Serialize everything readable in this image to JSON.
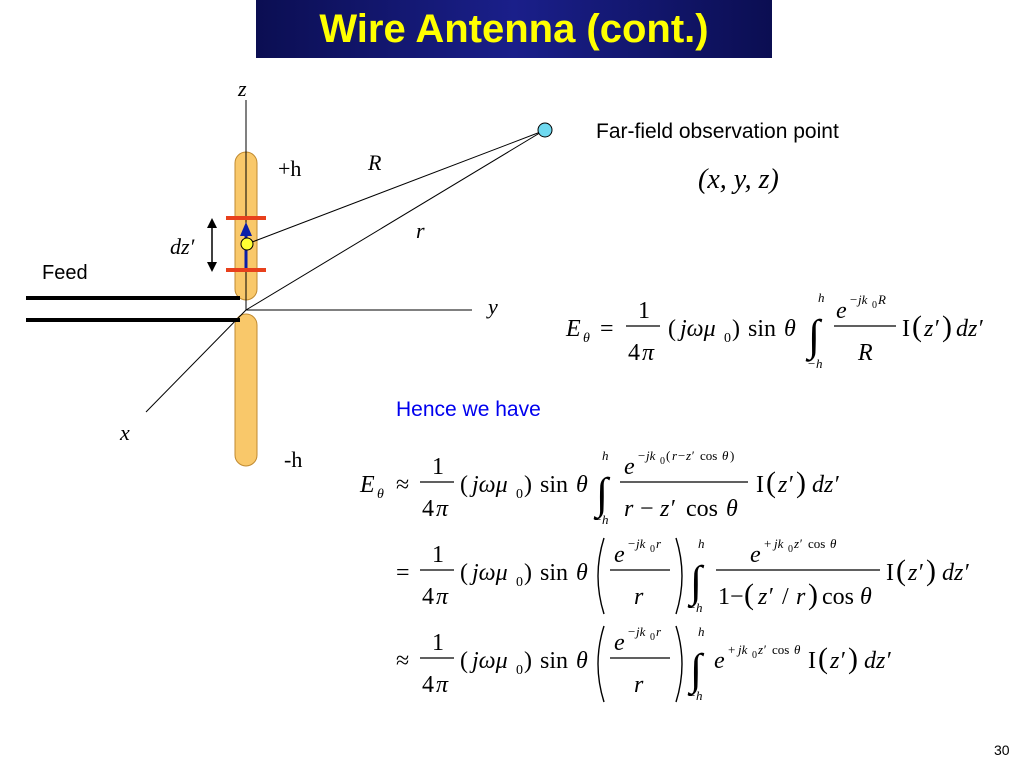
{
  "title": "Wire Antenna (cont.)",
  "slide_number": "30",
  "diagram": {
    "axis_z": "z",
    "axis_y": "y",
    "axis_x": "x",
    "label_plus_h": "+h",
    "label_minus_h": "-h",
    "label_R": "R",
    "label_r": "r",
    "label_dz": "dz′",
    "label_feed": "Feed",
    "observation_label": "Far-field observation point",
    "observation_coords": "(x, y, z)"
  },
  "text": {
    "hence": "Hence we have"
  },
  "colors": {
    "title_bg": "#1a1f8a",
    "title_text": "#ffff00",
    "wire": "#f9c86a",
    "marker": "#e8401c",
    "arrow": "#0a1ea8",
    "point": "#6fd9f0",
    "hence": "#0000ee"
  }
}
